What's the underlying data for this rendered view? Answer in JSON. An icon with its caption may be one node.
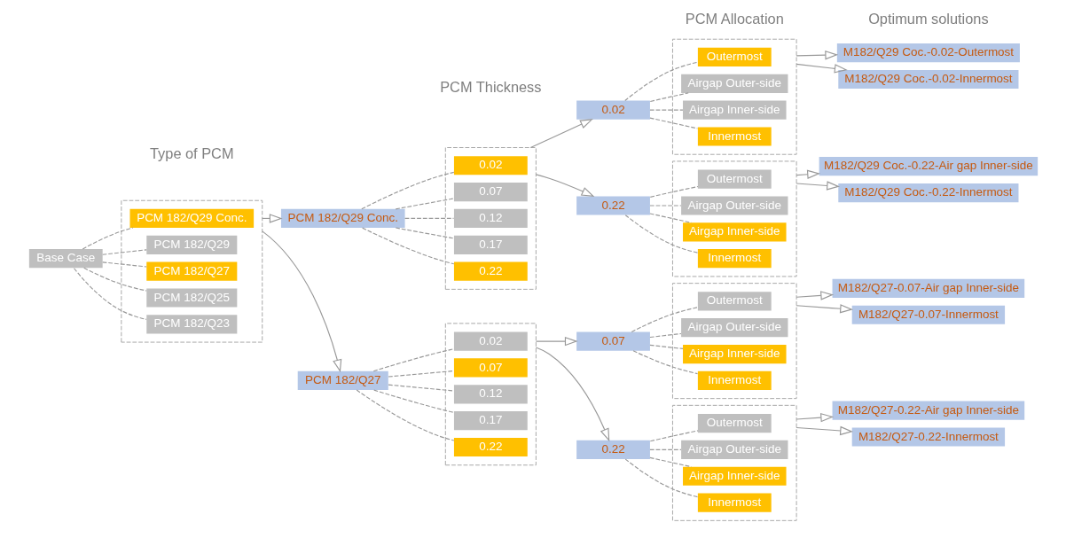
{
  "diagram": {
    "nodes": [
      {
        "text": [
          "Base Case"
        ]
      },
      {
        "text": [],
        "shape": "box"
      },
      {
        "text": [
          "PCM 182/Q29 Conc."
        ],
        "in": 1
      },
      {
        "text": [
          "PCM 182/Q29"
        ],
        "in": 1
      },
      {
        "text": [
          "PCM 182/Q27"
        ],
        "in": 1
      },
      {
        "text": [
          "PCM 182/Q25"
        ],
        "in": 1
      },
      {
        "text": [
          "PCM 182/Q23"
        ],
        "in": 1
      },
      {
        "text": [
          "PCM 182/Q29 Conc."
        ]
      },
      {
        "text": [
          "PCM 182/Q27"
        ]
      },
      {
        "text": [],
        "shape": "box"
      },
      {
        "text": [
          "0.02"
        ],
        "in": 9
      },
      {
        "text": [
          "0.07"
        ],
        "in": 9
      },
      {
        "text": [
          "0.12"
        ],
        "in": 9
      },
      {
        "text": [
          "0.17"
        ],
        "in": 9
      },
      {
        "text": [
          "0.22"
        ],
        "in": 9
      },
      {
        "text": [],
        "shape": "box"
      },
      {
        "text": [
          "0.02"
        ],
        "in": 15
      },
      {
        "text": [
          "0.07"
        ],
        "in": 15
      },
      {
        "text": [
          "0.12"
        ],
        "in": 15
      },
      {
        "text": [
          "0.17"
        ],
        "in": 15
      },
      {
        "text": [
          "0.22"
        ],
        "in": 15
      },
      {
        "text": [
          "0.02"
        ]
      },
      {
        "text": [
          "0.22"
        ]
      },
      {
        "text": [
          "0.07"
        ]
      },
      {
        "text": [
          "0.22"
        ]
      },
      {
        "text": [],
        "shape": "box"
      },
      {
        "text": [
          "Outermost"
        ],
        "in": 25
      },
      {
        "text": [
          "Airgap Outer-side"
        ],
        "in": 25
      },
      {
        "text": [
          "Airgap Inner-side"
        ],
        "in": 25
      },
      {
        "text": [
          "Innermost"
        ],
        "in": 25
      },
      {
        "text": [],
        "shape": "box"
      },
      {
        "text": [
          "Outermost"
        ],
        "in": 30
      },
      {
        "text": [
          "Airgap Outer-side"
        ],
        "in": 30
      },
      {
        "text": [
          "Airgap Inner-side"
        ],
        "in": 30
      },
      {
        "text": [
          "Innermost"
        ],
        "in": 30
      },
      {
        "text": [],
        "shape": "box"
      },
      {
        "text": [
          "Outermost"
        ],
        "in": 35
      },
      {
        "text": [
          "Airgap Outer-side"
        ],
        "in": 35
      },
      {
        "text": [
          "Airgap Inner-side"
        ],
        "in": 35
      },
      {
        "text": [
          "Innermost"
        ],
        "in": 35
      },
      {
        "text": [],
        "shape": "box"
      },
      {
        "text": [
          "Outermost"
        ],
        "in": 40
      },
      {
        "text": [
          "Airgap Outer-side"
        ],
        "in": 40
      },
      {
        "text": [
          "Airgap Inner-side"
        ],
        "in": 40
      },
      {
        "text": [
          "Innermost"
        ],
        "in": 40
      },
      {
        "text": [
          "M182/Q29 Coc.-0.02-Outermost"
        ]
      },
      {
        "text": [
          "M182/Q29 Coc.-0.02-Innermost"
        ]
      },
      {
        "text": [
          "M182/Q29 Coc.-0.22-Air gap Inner-side"
        ]
      },
      {
        "text": [
          "M182/Q29 Coc.-0.22-Innermost"
        ]
      },
      {
        "text": [
          "M182/Q27-0.07-Air gap Inner-side"
        ]
      },
      {
        "text": [
          "M182/Q27-0.07-Innermost"
        ]
      },
      {
        "text": [
          "M182/Q27-0.22-Air gap Inner-side"
        ]
      },
      {
        "text": [
          "M182/Q27-0.22-Innermost"
        ]
      }
    ],
    "edges": [
      {
        "from": 0,
        "to": 2,
        "arrow": "none",
        "style": "dashed"
      },
      {
        "from": 0,
        "to": 3,
        "arrow": "none",
        "style": "dashed"
      },
      {
        "from": 0,
        "to": 4,
        "arrow": "none",
        "style": "dashed"
      },
      {
        "from": 0,
        "to": 5,
        "arrow": "none",
        "style": "dashed"
      },
      {
        "from": 0,
        "to": 6,
        "arrow": "none",
        "style": "dashed"
      },
      {
        "from": 1,
        "to": 7,
        "arrow": "to"
      },
      {
        "from": 1,
        "to": 8,
        "arrow": "to"
      },
      {
        "from": 7,
        "to": 10,
        "arrow": "none",
        "style": "dashed"
      },
      {
        "from": 7,
        "to": 11,
        "arrow": "none",
        "style": "dashed"
      },
      {
        "from": 7,
        "to": 12,
        "arrow": "none",
        "style": "dashed"
      },
      {
        "from": 7,
        "to": 13,
        "arrow": "none",
        "style": "dashed"
      },
      {
        "from": 7,
        "to": 14,
        "arrow": "none",
        "style": "dashed"
      },
      {
        "from": 8,
        "to": 16,
        "arrow": "none",
        "style": "dashed"
      },
      {
        "from": 8,
        "to": 17,
        "arrow": "none",
        "style": "dashed"
      },
      {
        "from": 8,
        "to": 18,
        "arrow": "none",
        "style": "dashed"
      },
      {
        "from": 8,
        "to": 19,
        "arrow": "none",
        "style": "dashed"
      },
      {
        "from": 8,
        "to": 20,
        "arrow": "none",
        "style": "dashed"
      },
      {
        "from": 9,
        "to": 21,
        "arrow": "to"
      },
      {
        "from": 9,
        "to": 22,
        "arrow": "to"
      },
      {
        "from": 15,
        "to": 23,
        "arrow": "to"
      },
      {
        "from": 15,
        "to": 24,
        "arrow": "to"
      },
      {
        "from": 21,
        "to": 26,
        "arrow": "none",
        "style": "dashed"
      },
      {
        "from": 21,
        "to": 27,
        "arrow": "none",
        "style": "dashed"
      },
      {
        "from": 21,
        "to": 28,
        "arrow": "none",
        "style": "dashed"
      },
      {
        "from": 21,
        "to": 29,
        "arrow": "none",
        "style": "dashed"
      },
      {
        "from": 22,
        "to": 31,
        "arrow": "none",
        "style": "dashed"
      },
      {
        "from": 22,
        "to": 32,
        "arrow": "none",
        "style": "dashed"
      },
      {
        "from": 22,
        "to": 33,
        "arrow": "none",
        "style": "dashed"
      },
      {
        "from": 22,
        "to": 34,
        "arrow": "none",
        "style": "dashed"
      },
      {
        "from": 23,
        "to": 36,
        "arrow": "none",
        "style": "dashed"
      },
      {
        "from": 23,
        "to": 37,
        "arrow": "none",
        "style": "dashed"
      },
      {
        "from": 23,
        "to": 38,
        "arrow": "none",
        "style": "dashed"
      },
      {
        "from": 23,
        "to": 39,
        "arrow": "none",
        "style": "dashed"
      },
      {
        "from": 24,
        "to": 41,
        "arrow": "none",
        "style": "dashed"
      },
      {
        "from": 24,
        "to": 42,
        "arrow": "none",
        "style": "dashed"
      },
      {
        "from": 24,
        "to": 43,
        "arrow": "none",
        "style": "dashed"
      },
      {
        "from": 24,
        "to": 44,
        "arrow": "none",
        "style": "dashed"
      },
      {
        "from": 25,
        "to": 45,
        "arrow": "to"
      },
      {
        "from": 25,
        "to": 46,
        "arrow": "to"
      },
      {
        "from": 30,
        "to": 47,
        "arrow": "to"
      },
      {
        "from": 30,
        "to": 48,
        "arrow": "to"
      },
      {
        "from": 35,
        "to": 49,
        "arrow": "to"
      },
      {
        "from": 35,
        "to": 50,
        "arrow": "to"
      },
      {
        "from": 40,
        "to": 51,
        "arrow": "to"
      },
      {
        "from": 40,
        "to": 52,
        "arrow": "to"
      }
    ],
    "labels": [
      "PCM Allocation",
      "Optimum solutions",
      "PCM Thickness",
      "Type of PCM"
    ]
  }
}
